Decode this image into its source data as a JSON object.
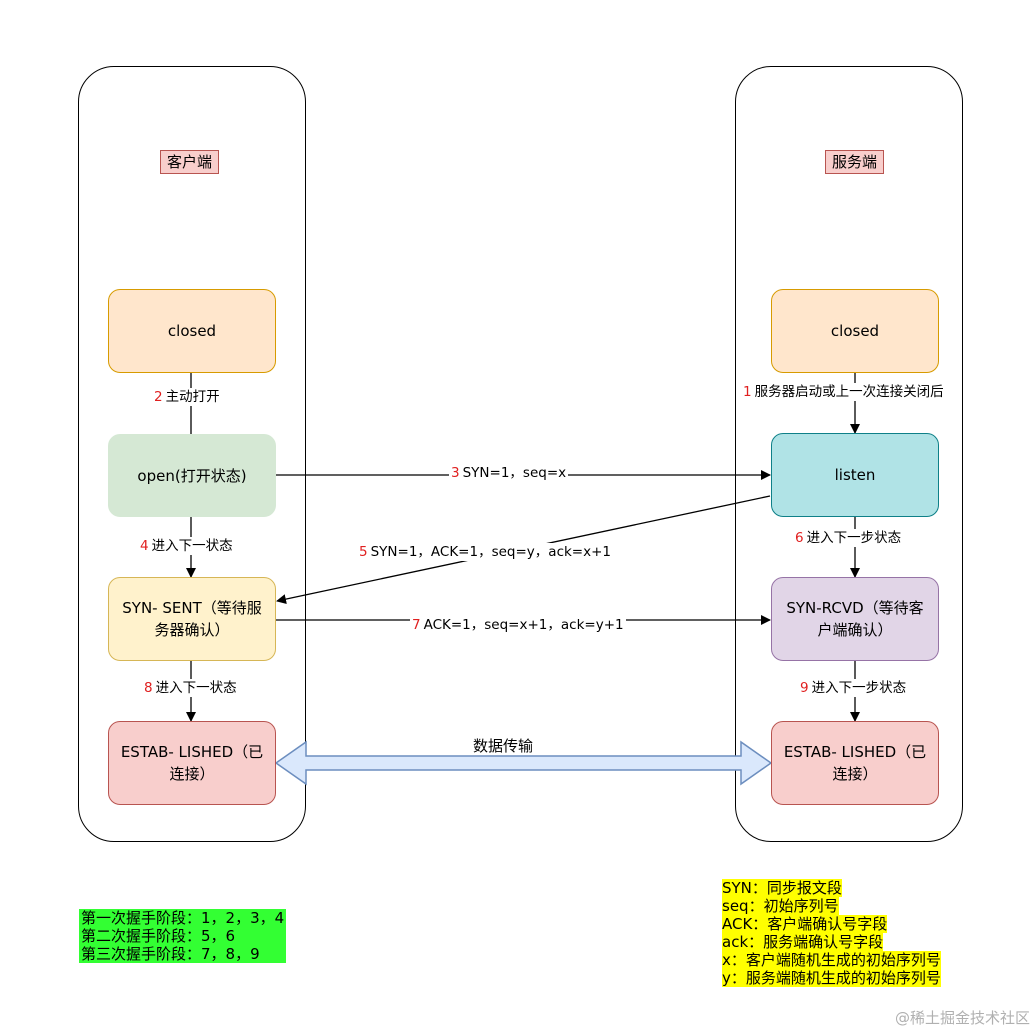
{
  "client": {
    "title": "客户端",
    "states": {
      "closed": "closed",
      "open": "open(打开状态)",
      "syn_sent": "SYN- SENT（等待服\n务器确认）",
      "established": "ESTAB- LISHED（已\n连接）"
    }
  },
  "server": {
    "title": "服务端",
    "states": {
      "closed": "closed",
      "listen": "listen",
      "syn_rcvd": "SYN-RCVD（等待客\n户端确认）",
      "established": "ESTAB- LISHED（已\n连接）"
    }
  },
  "edges": {
    "client_2": {
      "num": "2",
      "text": "主动打开"
    },
    "client_4": {
      "num": "4",
      "text": "进入下一状态"
    },
    "client_8": {
      "num": "8",
      "text": "进入下一状态"
    },
    "server_1": {
      "num": "1",
      "text": "服务器启动或上一次连接关闭后"
    },
    "server_6": {
      "num": "6",
      "text": "进入下一步状态"
    },
    "server_9": {
      "num": "9",
      "text": "进入下一步状态"
    },
    "msg_3": {
      "num": "3",
      "text": "SYN=1，seq=x"
    },
    "msg_5": {
      "num": "5",
      "text": "SYN=1，ACK=1，seq=y，ack=x+1"
    },
    "msg_7": {
      "num": "7",
      "text": "ACK=1，seq=x+1，ack=y+1"
    },
    "data_transfer": "数据传输"
  },
  "stages": [
    "第一次握手阶段：1，2，3，4",
    "第二次握手阶段：5，6",
    "第三次握手阶段：7，8，9"
  ],
  "legend": [
    "SYN：同步报文段",
    "seq：初始序列号",
    "ACK：客户端确认号字段",
    "ack：服务端确认号字段",
    "x：客户端随机生成的初始序列号",
    "y：服务端随机生成的初始序列号"
  ],
  "watermark": "@稀土掘金技术社区"
}
